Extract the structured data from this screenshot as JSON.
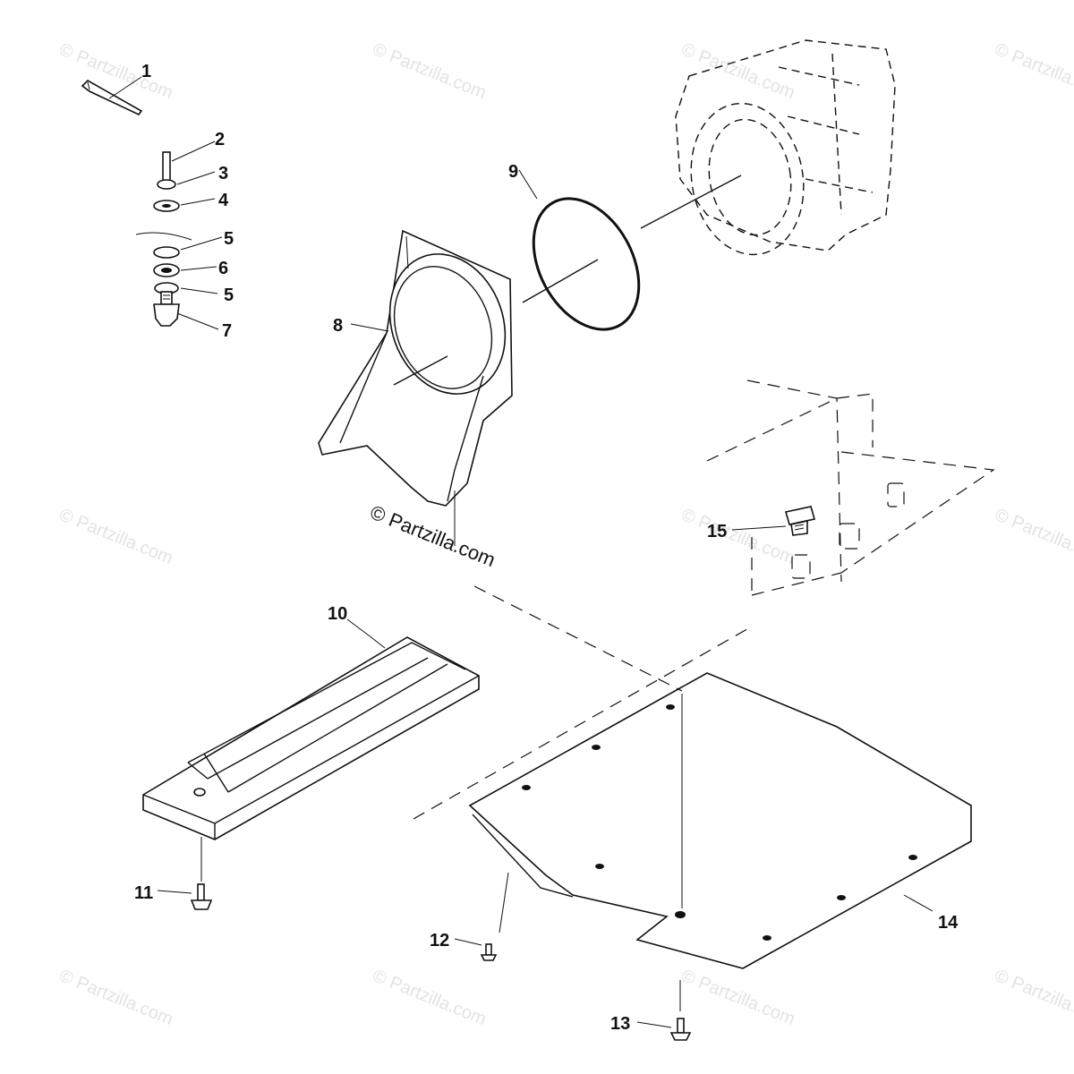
{
  "watermark": "© Partzilla.com",
  "callouts": [
    {
      "number": "1"
    },
    {
      "number": "2"
    },
    {
      "number": "3"
    },
    {
      "number": "4"
    },
    {
      "number": "5"
    },
    {
      "number": "6"
    },
    {
      "number": "5"
    },
    {
      "number": "7"
    },
    {
      "number": "8"
    },
    {
      "number": "9"
    },
    {
      "number": "10"
    },
    {
      "number": "11"
    },
    {
      "number": "12"
    },
    {
      "number": "13"
    },
    {
      "number": "14"
    },
    {
      "number": "15"
    }
  ]
}
